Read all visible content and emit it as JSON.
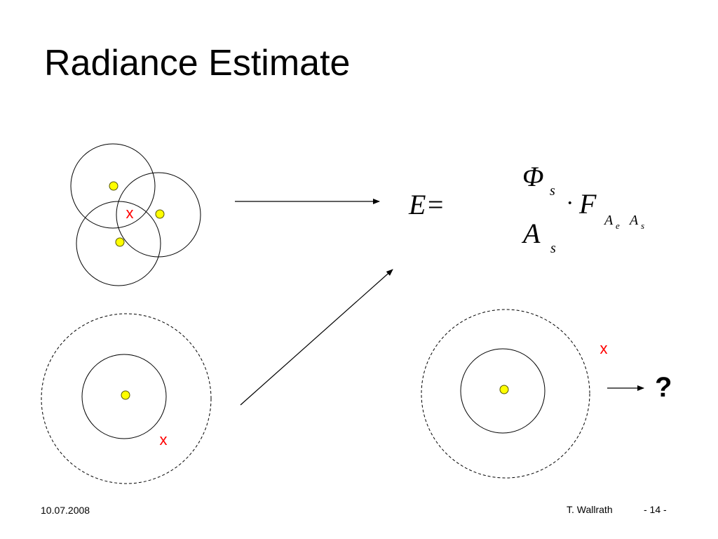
{
  "slide": {
    "title": "Radiance Estimate",
    "footer": {
      "date": "10.07.2008",
      "author": "T. Wallrath",
      "page": "- 14 -"
    }
  },
  "formula": {
    "lhs": "E=",
    "numerator": "Φ",
    "numerator_sub": "s",
    "denominator": "A",
    "denominator_sub": "s",
    "dot": "·",
    "factor": "F",
    "factor_sub1": "A",
    "factor_sub1_sub": "e",
    "factor_sub2": "A",
    "factor_sub2_sub": "s"
  },
  "markers": {
    "cross": "x",
    "question": "?"
  },
  "colors": {
    "photon_fill": "#ffff00",
    "photon_stroke": "#555500",
    "cross": "#ff0000",
    "line": "#000000"
  }
}
